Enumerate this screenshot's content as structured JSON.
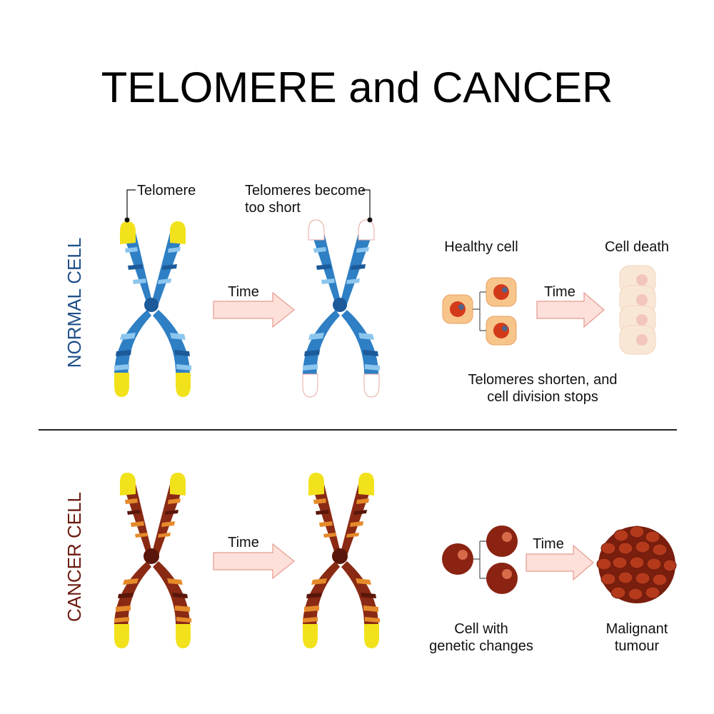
{
  "title": "TELOMERE and CANCER",
  "normal": {
    "side_label": "NORMAL CELL",
    "telomere_label": "Telomere",
    "short_label_line1": "Telomeres become",
    "short_label_line2": "too short",
    "time_label_1": "Time",
    "healthy_label": "Healthy cell",
    "time_label_2": "Time",
    "death_label": "Cell death",
    "caption_line1": "Telomeres shorten, and",
    "caption_line2": "cell division stops"
  },
  "cancer": {
    "side_label": "CANCER CELL",
    "time_label_1": "Time",
    "time_label_2": "Time",
    "genetic_label_line1": "Cell with",
    "genetic_label_line2": "genetic changes",
    "tumour_label_line1": "Malignant",
    "tumour_label_line2": "tumour"
  },
  "colors": {
    "normal_chromatid": "#2e7fc4",
    "normal_band_light": "#8cc6ee",
    "normal_band_dark": "#1c5a9a",
    "telomere_yellow": "#f2e21c",
    "cancer_chromatid": "#8a2a14",
    "cancer_band_light": "#e58a2a",
    "cancer_band_dark": "#5a160a",
    "arrow_fill": "#fde0da",
    "arrow_stroke": "#e59a8e",
    "healthy_cell": "#f7c58a",
    "healthy_nucleus": "#d33a1a",
    "dead_cell": "#f8e3cf",
    "cancer_cell": "#8a2312",
    "tumour_cell": "#b53a1c"
  }
}
